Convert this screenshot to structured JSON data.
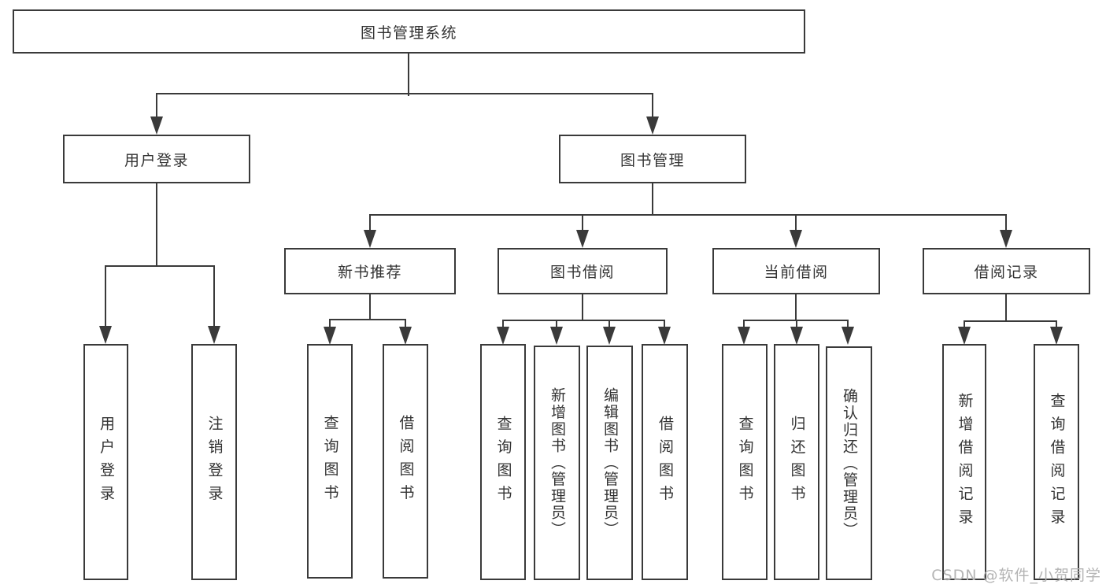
{
  "tree": {
    "label": "图书管理系统",
    "children": [
      {
        "label": "用户登录",
        "children": [
          {
            "label": "用户登录"
          },
          {
            "label": "注销登录"
          }
        ]
      },
      {
        "label": "图书管理",
        "children": [
          {
            "label": "新书推荐",
            "children": [
              {
                "label": "查询图书"
              },
              {
                "label": "借阅图书"
              }
            ]
          },
          {
            "label": "图书借阅",
            "children": [
              {
                "label": "查询图书"
              },
              {
                "label": "新增图书（管理员）"
              },
              {
                "label": "编辑图书（管理员）"
              },
              {
                "label": "借阅图书"
              }
            ]
          },
          {
            "label": "当前借阅",
            "children": [
              {
                "label": "查询图书"
              },
              {
                "label": "归还图书"
              },
              {
                "label": "确认归还（管理员）"
              }
            ]
          },
          {
            "label": "借阅记录",
            "children": [
              {
                "label": "新增借阅记录"
              },
              {
                "label": "查询借阅记录"
              }
            ]
          }
        ]
      }
    ]
  },
  "watermark": "CSDN @软件_小贺同学",
  "colors": {
    "line": "#3a3a3a",
    "text": "#333333",
    "watermark": "#b4b4b4",
    "background": "#ffffff"
  }
}
